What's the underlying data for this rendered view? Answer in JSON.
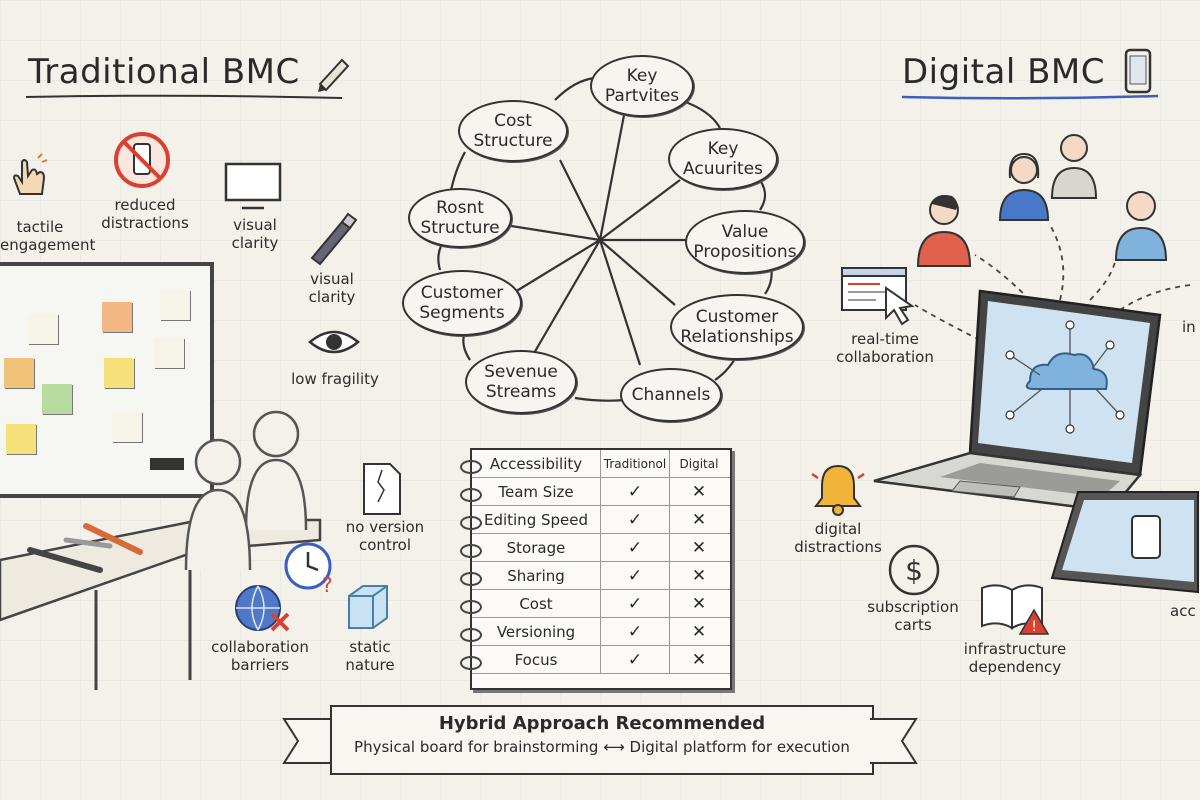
{
  "titles": {
    "left": "Traditional BMC",
    "right": "Digital BMC"
  },
  "left_labels": {
    "tactile": "tactile\nengagement",
    "reduced": "reduced\ndistractions",
    "visual1": "visual\nclarity",
    "visual2": "visual\nclarity",
    "fragility": "low fragility",
    "no_version": "no version\ncontrol",
    "collab": "collaboration\nbarriers",
    "static": "static\nnature"
  },
  "cycle_nodes": [
    "Key\nPartvites",
    "Key\nAcuurites",
    "Value\nPropositions",
    "Customer\nRelationships",
    "Channels",
    "Sevenue\nStreams",
    "Customer\nSegments",
    "Rosnt\nStructure",
    "Cost\nStructure"
  ],
  "table": {
    "headers": [
      "Accessibility",
      "Traditionol",
      "Digital"
    ],
    "rows": [
      [
        "Team Size",
        "✓",
        "✕"
      ],
      [
        "Editing Speed",
        "✓",
        "✕"
      ],
      [
        "Storage",
        "✓",
        "✕"
      ],
      [
        "Sharing",
        "✓",
        "✕"
      ],
      [
        "Cost",
        "✓",
        "✕"
      ],
      [
        "Versioning",
        "✓",
        "✕"
      ],
      [
        "Focus",
        "✓",
        "✕"
      ]
    ]
  },
  "right_labels": {
    "realtime": "real-time\ncollaboration",
    "digital_distractions": "digital\ndistractions",
    "subscription": "subscription\ncarts",
    "infrastructure": "infrastructure\ndependency",
    "partial_in": "in",
    "partial_acc": "acc"
  },
  "banner": {
    "title": "Hybrid Approach Recommended",
    "left": "Physical board for brainstorming",
    "arrow": "⟷",
    "right": "Digital platform for execution"
  },
  "colors": {
    "accent_blue": "#3b5fc0",
    "cloud": "#7fb3dd",
    "bell": "#f0b43a",
    "warn": "#d9402f"
  }
}
